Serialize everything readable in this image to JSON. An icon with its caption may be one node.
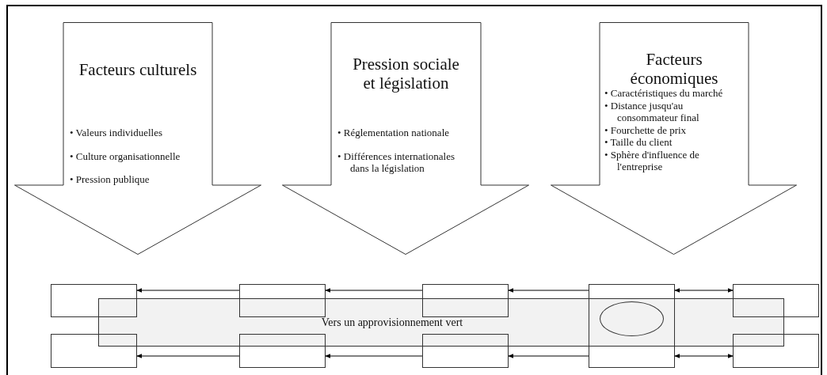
{
  "diagram": {
    "nodes": [
      {
        "text": [
          "Facteurs culturels",
          "• Valeurs individuelles",
          "• Culture organisationnelle",
          "• Pression publique"
        ]
      },
      {
        "text": [
          "Pression sociale et législation",
          "• Réglementation nationale",
          "• Différences internationales dans la législation"
        ]
      },
      {
        "text": [
          "Facteurs économiques",
          "• Caractéristiques du marché",
          "• Distance jusqu'au consommateur final",
          "• Fourchette de prix",
          "• Taille du client",
          "• Sphère d'influence de l'entreprise"
        ]
      },
      {
        "text": [
          "Vers un approvisionnement vert"
        ]
      },
      {
        "text": [],
        "shape": "box"
      },
      {
        "text": [],
        "shape": "box"
      },
      {
        "text": [],
        "shape": "box"
      },
      {
        "text": [],
        "shape": "box"
      },
      {
        "text": [],
        "shape": "box"
      },
      {
        "text": [],
        "shape": "box"
      },
      {
        "text": [],
        "shape": "box"
      },
      {
        "text": [],
        "shape": "box"
      },
      {
        "text": [],
        "shape": "box"
      },
      {
        "text": [],
        "shape": "ellipse"
      }
    ],
    "edges": [
      {
        "from": 5,
        "to": 4,
        "arrow": "to"
      },
      {
        "from": 6,
        "to": 5,
        "arrow": "to"
      },
      {
        "from": 7,
        "to": 6,
        "arrow": "to"
      },
      {
        "from": 7,
        "to": 8,
        "arrow": "both"
      },
      {
        "from": 10,
        "to": 9,
        "arrow": "to"
      },
      {
        "from": 11,
        "to": 10,
        "arrow": "to"
      },
      {
        "from": 7,
        "to": 11,
        "arrow": "to"
      },
      {
        "from": 7,
        "to": 12,
        "arrow": "both"
      }
    ]
  }
}
